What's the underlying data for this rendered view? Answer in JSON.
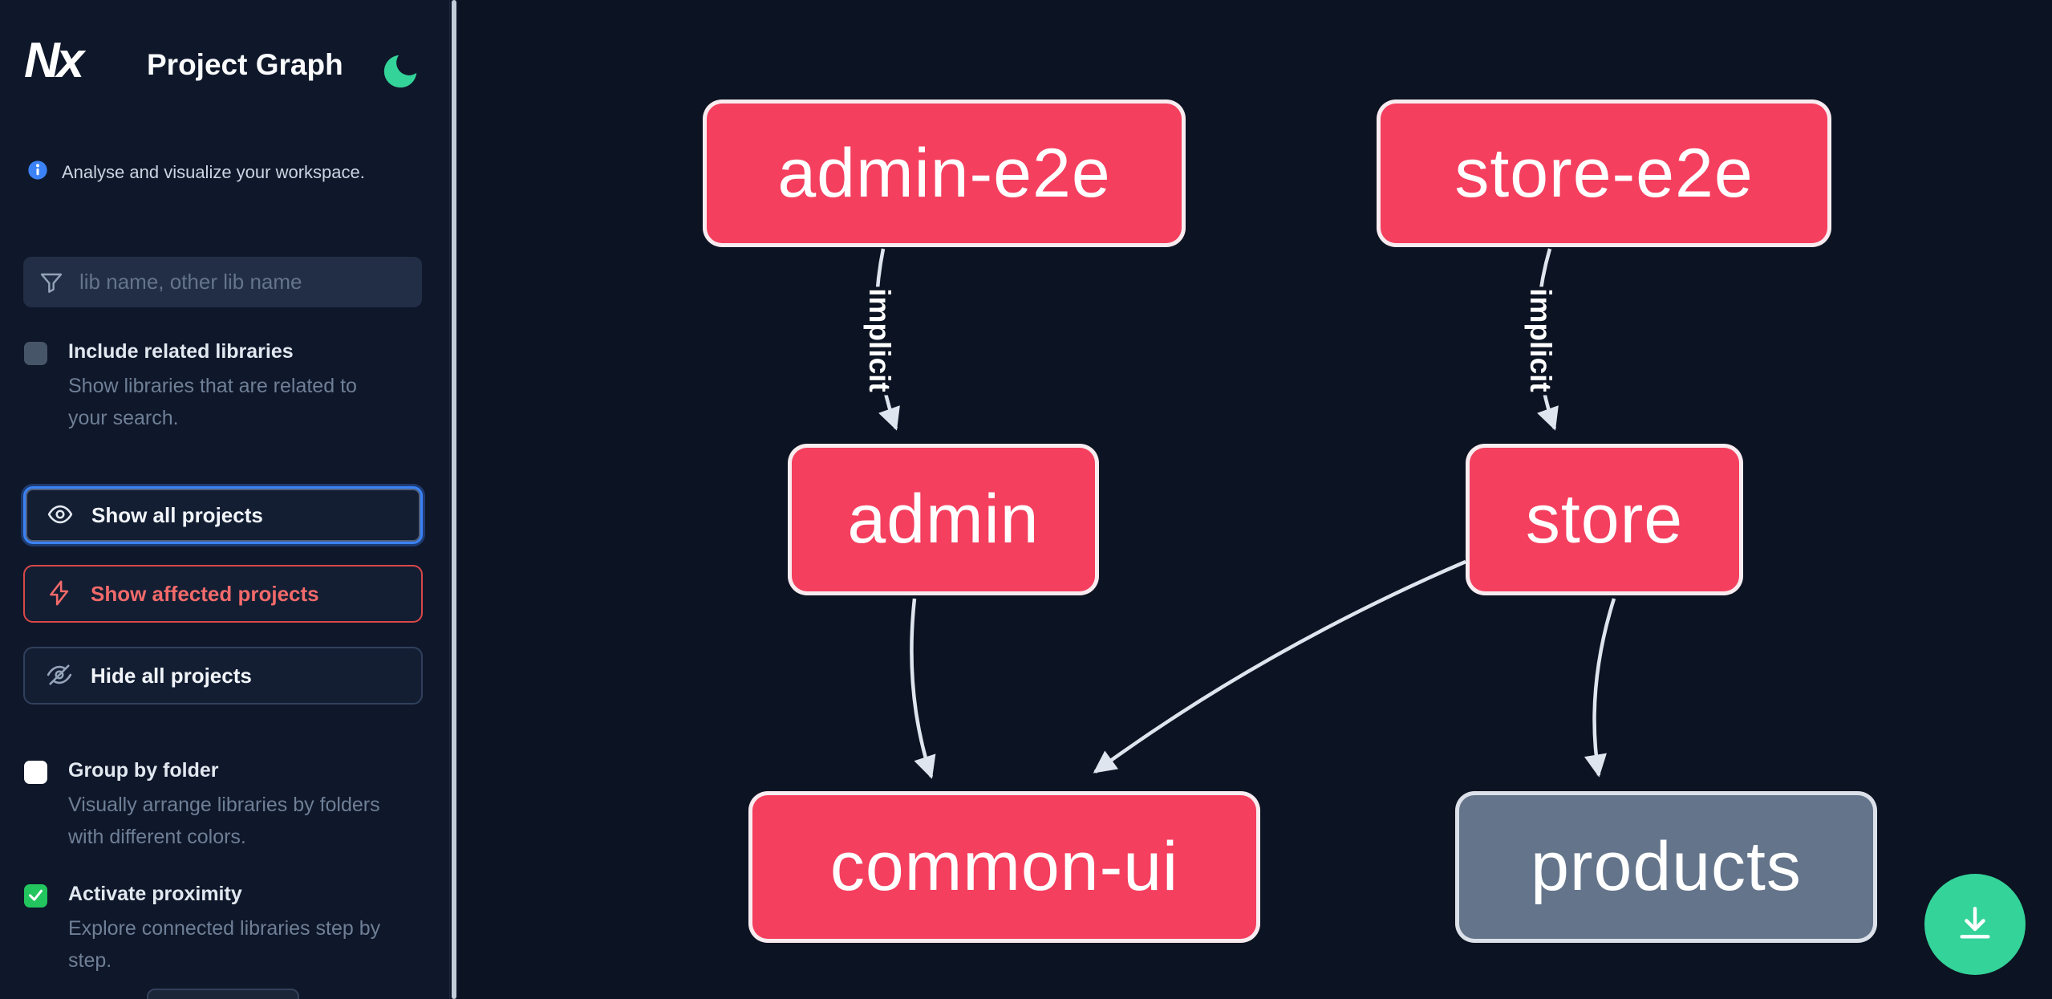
{
  "app": {
    "logo_text": "Nx",
    "title": "Project Graph",
    "tagline": "Analyse and visualize your workspace."
  },
  "search": {
    "placeholder": "lib name, other lib name",
    "value": ""
  },
  "options": {
    "include_related": {
      "label": "Include related libraries",
      "description": "Show libraries that are related to your search.",
      "checked": false
    },
    "group_by_folder": {
      "label": "Group by folder",
      "description": "Visually arrange libraries by folders with different colors.",
      "checked": false
    },
    "activate_proximity": {
      "label": "Activate proximity",
      "description": "Explore connected libraries step by step.",
      "checked": true
    }
  },
  "actions": {
    "show_all": {
      "label": "Show all projects",
      "icon": "eye-icon",
      "state": "focused"
    },
    "show_affected": {
      "label": "Show affected projects",
      "icon": "bolt-icon",
      "state": "default"
    },
    "hide_all": {
      "label": "Hide all projects",
      "icon": "eye-off-icon",
      "state": "default"
    }
  },
  "graph": {
    "nodes": [
      {
        "id": "admin-e2e",
        "label": "admin-e2e",
        "color": "#f43f5e"
      },
      {
        "id": "store-e2e",
        "label": "store-e2e",
        "color": "#f43f5e"
      },
      {
        "id": "admin",
        "label": "admin",
        "color": "#f43f5e"
      },
      {
        "id": "store",
        "label": "store",
        "color": "#f43f5e"
      },
      {
        "id": "common-ui",
        "label": "common-ui",
        "color": "#f43f5e"
      },
      {
        "id": "products",
        "label": "products",
        "color": "#64748b"
      }
    ],
    "edges": [
      {
        "from": "admin-e2e",
        "to": "admin",
        "label": "implicit"
      },
      {
        "from": "store-e2e",
        "to": "store",
        "label": "implicit"
      },
      {
        "from": "admin",
        "to": "common-ui",
        "label": ""
      },
      {
        "from": "store",
        "to": "common-ui",
        "label": ""
      },
      {
        "from": "store",
        "to": "products",
        "label": ""
      }
    ]
  },
  "fab": {
    "icon": "download-icon"
  },
  "colors": {
    "sidebar_bg": "#0f172a",
    "canvas_bg": "#0c1322",
    "focus_ring": "#3b82f6",
    "affected": "#f26a6a",
    "node_default": "#f43f5e",
    "node_unfocused": "#64748b",
    "checkbox_checked": "#22c55e",
    "fab": "#34d399",
    "edge": "#dfe5ee"
  }
}
